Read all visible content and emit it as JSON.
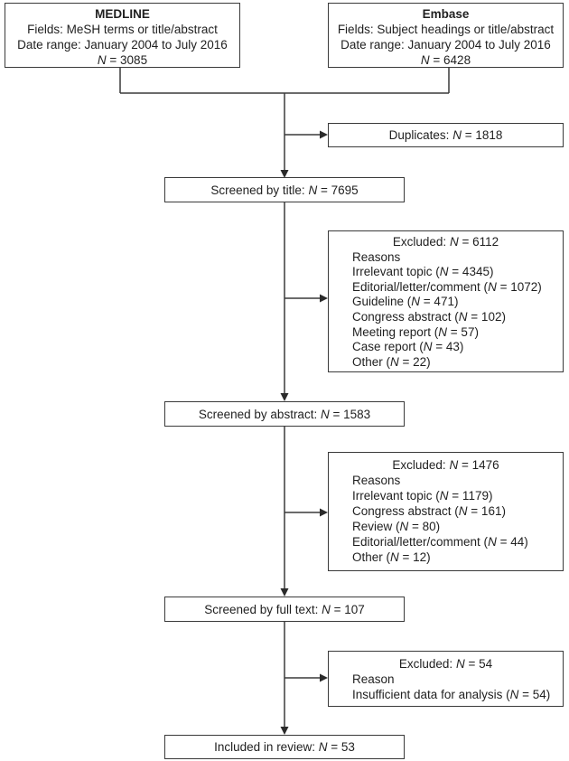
{
  "diagram": {
    "medline": {
      "title": "MEDLINE",
      "fields": "Fields: MeSH terms or title/abstract",
      "date_range": "Date range: January 2004 to July 2016",
      "n": "N = 3085"
    },
    "embase": {
      "title": "Embase",
      "fields": "Fields: Subject headings or title/abstract",
      "date_range": "Date range: January 2004 to July 2016",
      "n": "N = 6428"
    },
    "duplicates": {
      "label": "Duplicates: N = 1818"
    },
    "screened_title": {
      "label": "Screened by title: N = 7695"
    },
    "excluded_title": {
      "heading": "Excluded: N = 6112",
      "reasons_label": "Reasons",
      "reasons": [
        "Irrelevant topic (N = 4345)",
        "Editorial/letter/comment (N = 1072)",
        "Guideline (N = 471)",
        "Congress abstract (N = 102)",
        "Meeting report (N = 57)",
        "Case report (N = 43)",
        "Other (N = 22)"
      ]
    },
    "screened_abstract": {
      "label": "Screened by abstract: N = 1583"
    },
    "excluded_abstract": {
      "heading": "Excluded: N = 1476",
      "reasons_label": "Reasons",
      "reasons": [
        "Irrelevant topic (N = 1179)",
        "Congress abstract (N = 161)",
        "Review (N = 80)",
        "Editorial/letter/comment (N = 44)",
        "Other (N = 12)"
      ]
    },
    "screened_fulltext": {
      "label": "Screened by full text: N = 107"
    },
    "excluded_fulltext": {
      "heading": "Excluded: N = 54",
      "reasons_label": "Reason",
      "reasons": [
        "Insufficient data for analysis (N = 54)"
      ]
    },
    "included": {
      "label": "Included in review: N = 53"
    }
  },
  "colors": {
    "line": "#3a3a3a",
    "text": "#1f1f1f",
    "background": "#ffffff"
  }
}
